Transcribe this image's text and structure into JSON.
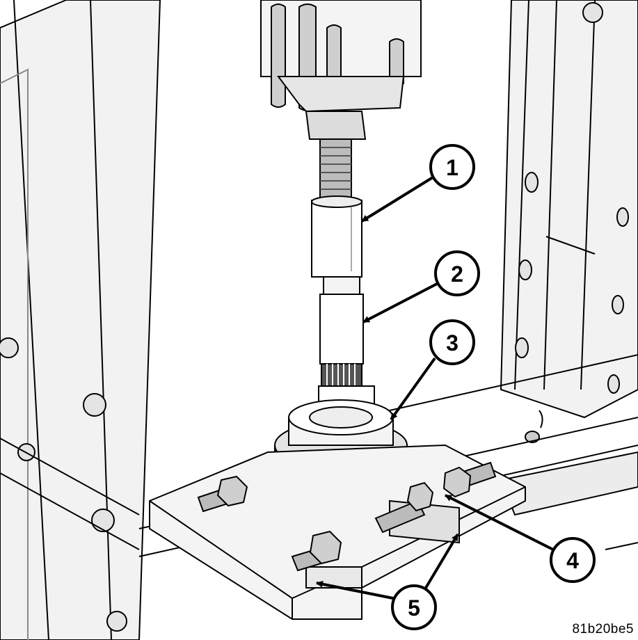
{
  "callouts": [
    {
      "id": "1",
      "label": "1"
    },
    {
      "id": "2",
      "label": "2"
    },
    {
      "id": "3",
      "label": "3"
    },
    {
      "id": "4",
      "label": "4"
    },
    {
      "id": "5",
      "label": "5"
    }
  ],
  "image_id": "81b20be5",
  "colors": {
    "line": "#000000",
    "fill": "#ffffff",
    "shade": "#d9d9d9",
    "dark": "#9a9a9a"
  }
}
